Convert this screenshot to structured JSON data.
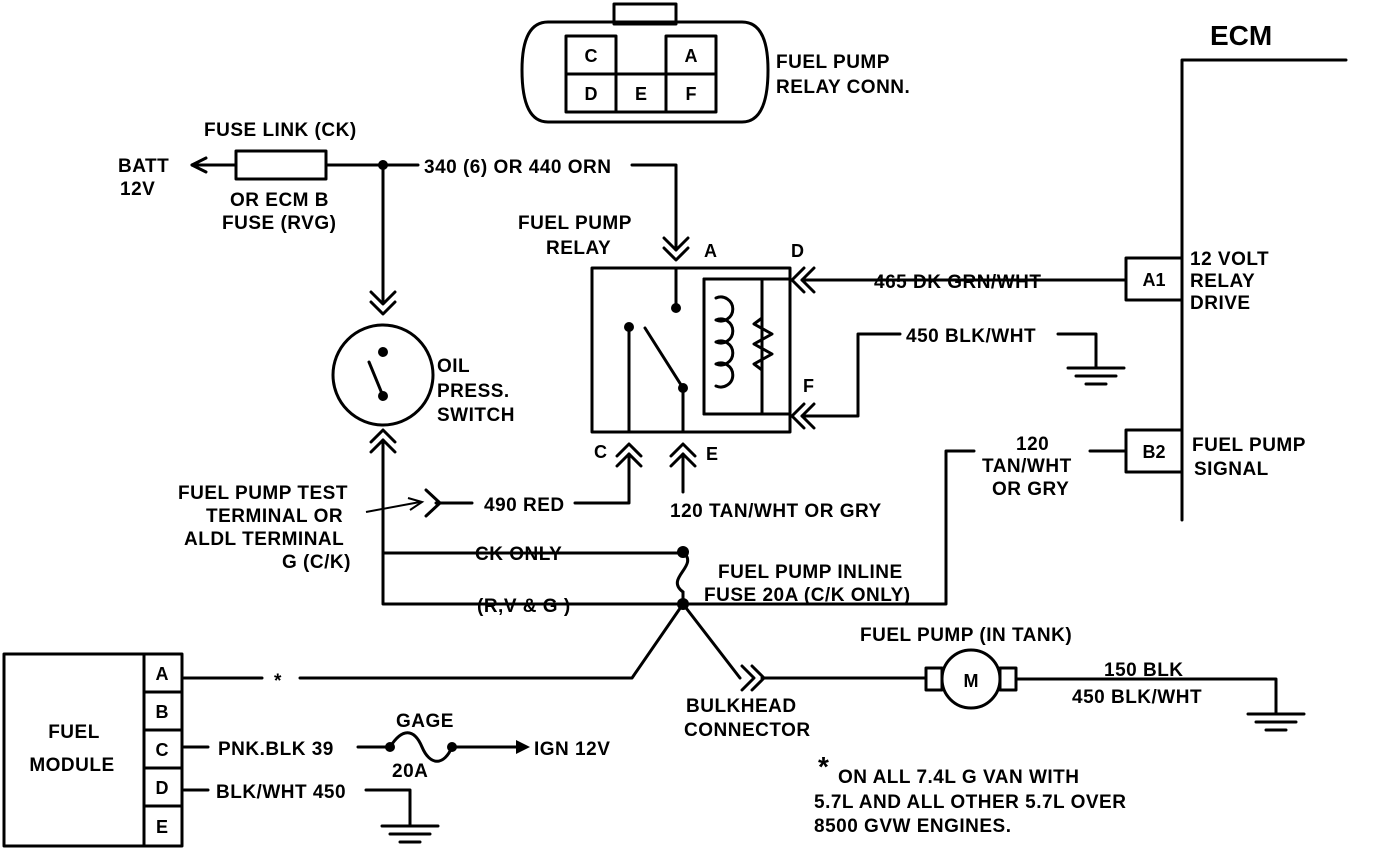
{
  "relay_connector": {
    "title_line1": "FUEL PUMP",
    "title_line2": "RELAY CONN.",
    "pins": [
      "C",
      "A",
      "D",
      "E",
      "F"
    ]
  },
  "battery": {
    "line1": "BATT",
    "line2": "12V"
  },
  "fuse_link": {
    "title": "FUSE LINK (CK)",
    "alt_line1": "OR ECM B",
    "alt_line2": "FUSE (RVG)"
  },
  "wires": {
    "w340": "340 (6) OR 440 ORN",
    "w465": "465 DK GRN/WHT",
    "w450": "450 BLK/WHT",
    "w490": "490 RED",
    "w120": "120 TAN/WHT OR GRY",
    "w120b_line1": "120",
    "w120b_line2": "TAN/WHT",
    "w120b_line3": "OR GRY",
    "ck_only": "CK ONLY",
    "rvg": "(R,V & G )",
    "star": "*",
    "w150": "150 BLK",
    "w450b": "450 BLK/WHT",
    "pnk": "PNK.BLK  39",
    "blk": "BLK/WHT  450"
  },
  "relay": {
    "title_line1": "FUEL PUMP",
    "title_line2": "RELAY",
    "pin_a": "A",
    "pin_d": "D",
    "pin_f": "F",
    "pin_c": "C",
    "pin_e": "E"
  },
  "ecm": {
    "title": "ECM",
    "a1": "A1",
    "a1_line1": "12 VOLT",
    "a1_line2": "RELAY",
    "a1_line3": "DRIVE",
    "b2": "B2",
    "b2_line1": "FUEL PUMP",
    "b2_line2": "SIGNAL"
  },
  "oil_switch": {
    "line1": "OIL",
    "line2": "PRESS.",
    "line3": "SWITCH"
  },
  "test_terminal": {
    "line1": "FUEL PUMP TEST",
    "line2": "TERMINAL OR",
    "line3": "ALDL TERMINAL",
    "line4": "G (C/K)"
  },
  "inline_fuse": {
    "line1": "FUEL PUMP INLINE",
    "line2": "FUSE 20A (C/K ONLY)"
  },
  "fuel_pump": {
    "title": "FUEL PUMP (IN TANK)",
    "symbol": "M"
  },
  "bulkhead": {
    "line1": "BULKHEAD",
    "line2": "CONNECTOR"
  },
  "fuel_module": {
    "line1": "FUEL",
    "line2": "MODULE",
    "pins": [
      "A",
      "B",
      "C",
      "D",
      "E"
    ]
  },
  "gage": {
    "title": "GAGE",
    "rating": "20A",
    "ign": "IGN 12V"
  },
  "footnote": {
    "star": "*",
    "line1": "ON ALL 7.4L G VAN WITH",
    "line2": "5.7L AND ALL OTHER 5.7L OVER",
    "line3": "8500 GVW ENGINES."
  }
}
